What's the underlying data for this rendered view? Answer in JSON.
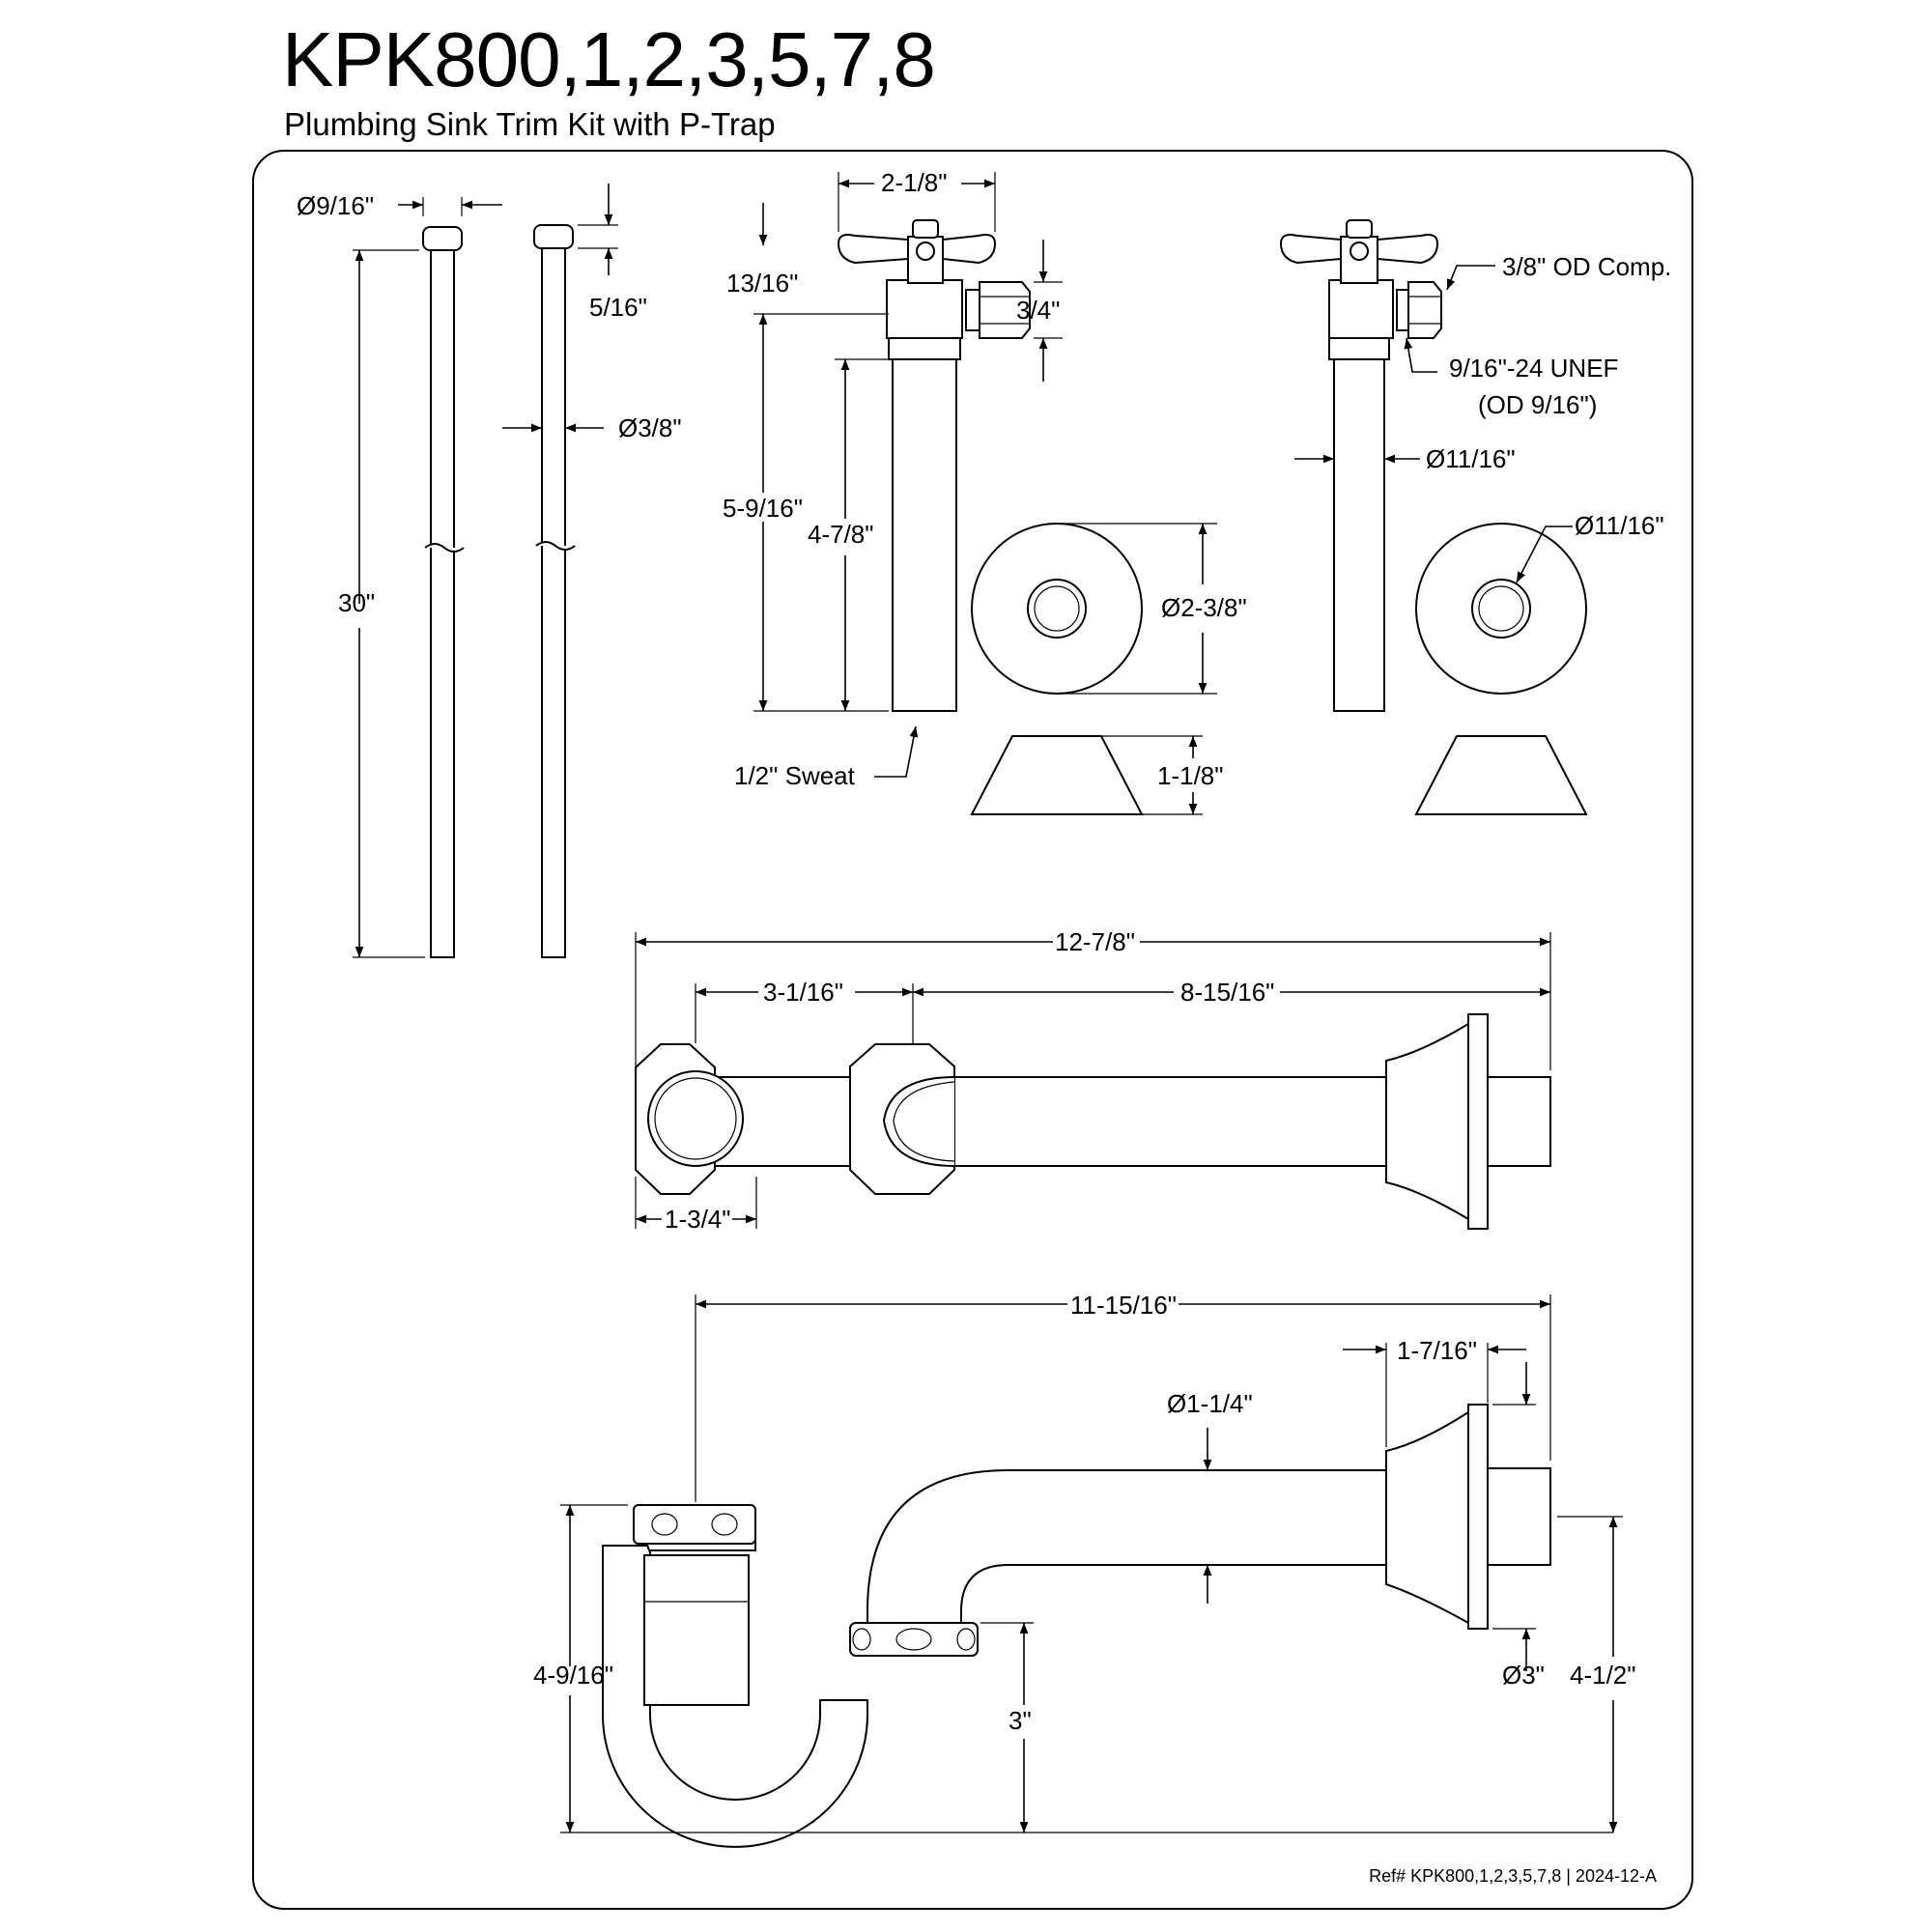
{
  "header": {
    "title": "KPK800,1,2,3,5,7,8",
    "subtitle": "Plumbing Sink Trim Kit with P-Trap"
  },
  "supply_lines": {
    "dia_top": "Ø9/16\"",
    "cap_height": "5/16\"",
    "dia_tube": "Ø3/8\"",
    "length": "30\""
  },
  "valve_sweat": {
    "width": "2-1/8\"",
    "handle_offset": "13/16\"",
    "body_height": "3/4\"",
    "total_height": "5-9/16\"",
    "tube_height": "4-7/8\"",
    "connection": "1/2\" Sweat"
  },
  "valve_thread": {
    "outlet": "3/8\" OD Comp.",
    "thread": "9/16\"-24 UNEF",
    "thread_od": "(OD 9/16\")",
    "tube_dia": "Ø11/16\""
  },
  "flanges": {
    "diameter": "Ø2-3/8\"",
    "height": "1-1/8\"",
    "hole": "Ø11/16\""
  },
  "wall_tube": {
    "overall": "12-7/8\"",
    "nut_spacing": "3-1/16\"",
    "tube_length": "8-15/16\"",
    "nut_size": "1-3/4\""
  },
  "p_trap": {
    "overall": "11-15/16\"",
    "flange_depth": "1-7/16\"",
    "pipe_dia": "Ø1-1/4\"",
    "inlet_height": "4-9/16\"",
    "bend_height": "3\"",
    "flange_dia": "Ø3\"",
    "outlet_height": "4-1/2\""
  },
  "footer": {
    "ref": "Ref# KPK800,1,2,3,5,7,8 | 2024-12-A"
  }
}
